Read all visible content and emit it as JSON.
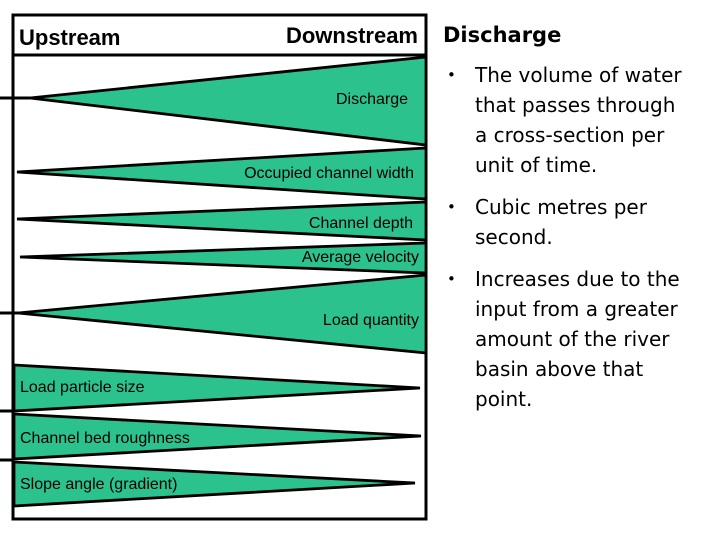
{
  "colors": {
    "wedge": "#2cc28e",
    "line": "#000000",
    "text": "#000000",
    "background": "#ffffff"
  },
  "diagram": {
    "upstream_label": "Upstream",
    "downstream_label": "Downstream",
    "rows": [
      {
        "label": "Discharge",
        "widens_towards": "downstream"
      },
      {
        "label": "Occupied channel width",
        "widens_towards": "downstream"
      },
      {
        "label": "Channel depth",
        "widens_towards": "downstream"
      },
      {
        "label": "Average velocity",
        "widens_towards": "downstream"
      },
      {
        "label": "Load quantity",
        "widens_towards": "downstream"
      },
      {
        "label": "Load particle size",
        "widens_towards": "upstream"
      },
      {
        "label": "Channel bed roughness",
        "widens_towards": "upstream"
      },
      {
        "label": "Slope angle (gradient)",
        "widens_towards": "upstream"
      }
    ]
  },
  "panel": {
    "title": "Discharge",
    "bullet_char": "•",
    "bullets": [
      {
        "lines": [
          "The volume of water",
          "that passes through",
          "a cross-section per",
          "unit of time."
        ]
      },
      {
        "lines": [
          "Cubic metres per",
          "second."
        ]
      },
      {
        "lines": [
          "Increases due to the",
          "input from a greater",
          "amount of the river",
          "basin above that",
          "point."
        ]
      }
    ]
  }
}
